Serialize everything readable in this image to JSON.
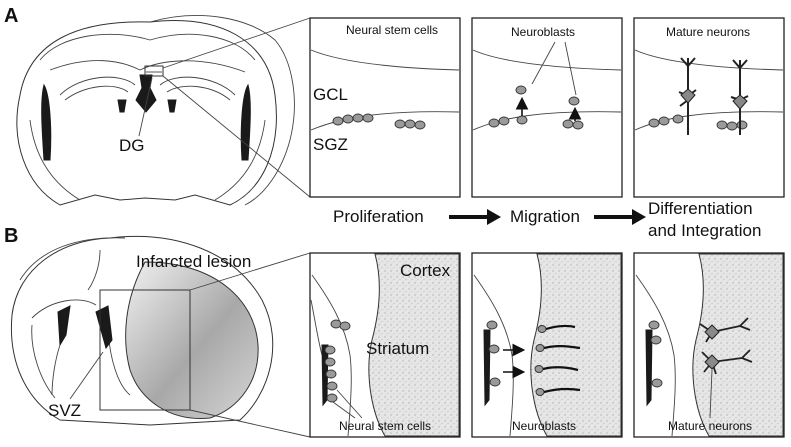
{
  "panel_a": {
    "letter": "A",
    "brain_label": "DG",
    "box1": {
      "title": "Neural stem cells",
      "layer_top": "GCL",
      "layer_bottom": "SGZ"
    },
    "box2": {
      "title": "Neuroblasts"
    },
    "box3": {
      "title": "Mature neurons"
    }
  },
  "panel_b": {
    "letter": "B",
    "lesion_label": "Infarcted lesion",
    "brain_label": "SVZ",
    "box1": {
      "top_label": "Cortex",
      "mid_label": "Striatum",
      "bottom_label": "Neural stem cells"
    },
    "box2": {
      "bottom_label": "Neuroblasts"
    },
    "box3": {
      "bottom_label": "Mature neurons"
    }
  },
  "stages": {
    "proliferation": "Proliferation",
    "migration": "Migration",
    "differentiation_line1": "Differentiation",
    "differentiation_line2": "and Integration"
  },
  "colors": {
    "stroke": "#222222",
    "cell_fill": "#9a9a9a",
    "stipple_bg": "#e4e4e4"
  }
}
